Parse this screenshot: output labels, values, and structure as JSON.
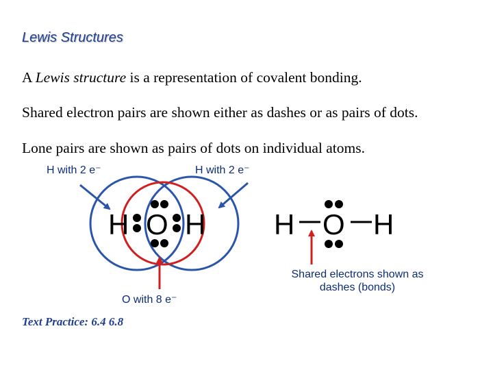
{
  "title": "Lewis Structures",
  "paragraphs": {
    "p1_before": "A ",
    "p1_emphasis": "Lewis structure",
    "p1_after": " is a representation of covalent bonding.",
    "p2": "Shared electron pairs are shown either as dashes or as pairs of dots.",
    "p3": "Lone pairs are shown as pairs of dots on individual atoms."
  },
  "labels": {
    "h_left": "H with 2 e⁻",
    "h_right": "H with 2 e⁻",
    "o_eight": "O with 8 e⁻",
    "shared_dashes": "Shared electrons shown as dashes (bonds)"
  },
  "structures": {
    "dot_structure": {
      "left": "H",
      "center": "O",
      "right": "H"
    },
    "dash_structure": {
      "left": "H",
      "center": "O",
      "right": "H"
    }
  },
  "practice": "Text Practice: 6.4  6.8",
  "colors": {
    "title": "#1f3f8f",
    "label": "#0d2c78",
    "circle_h": "#2b55a8",
    "circle_o": "#d11f1f",
    "arrow_blue": "#2b55a8",
    "arrow_red": "#d11f1f"
  }
}
